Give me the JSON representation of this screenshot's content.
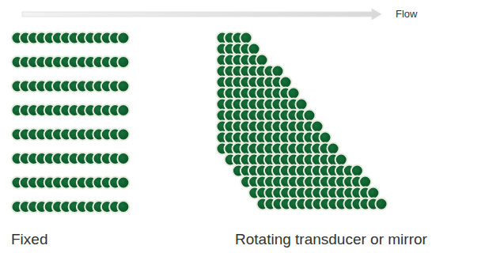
{
  "diagram": {
    "labels": [
      "Flow",
      "Fixed",
      "Rotating transducer or mirror"
    ]
  }
}
